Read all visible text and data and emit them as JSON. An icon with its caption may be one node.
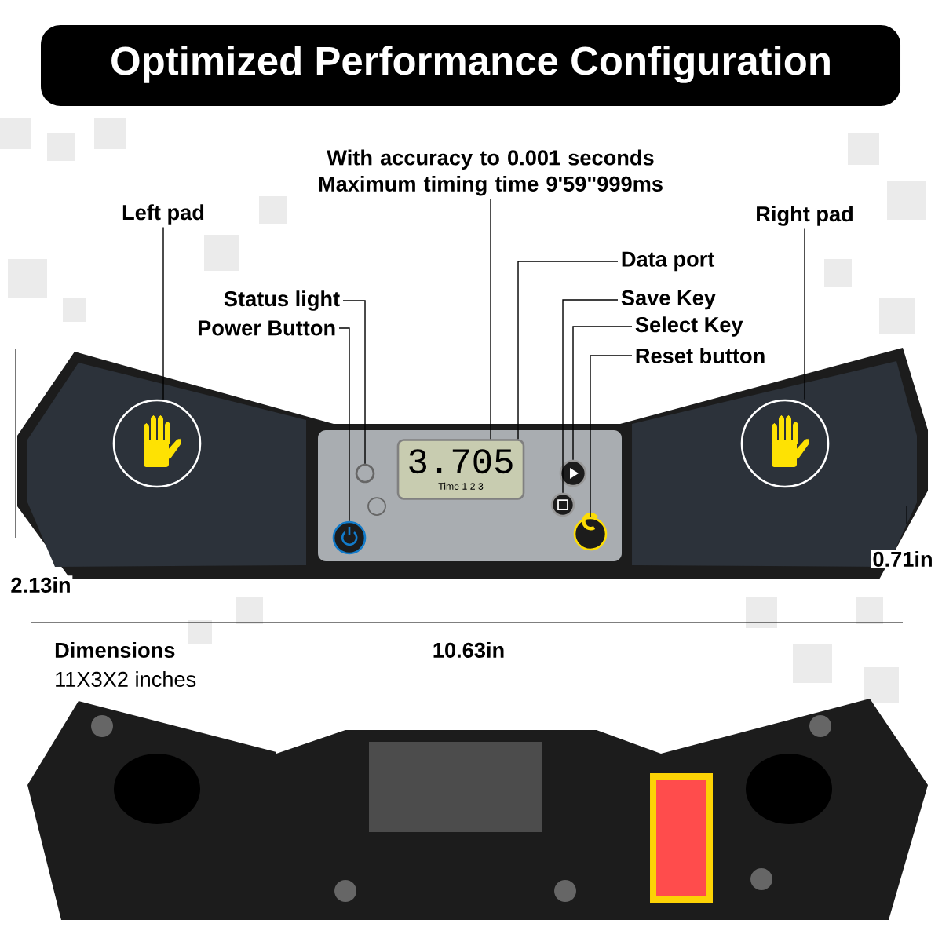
{
  "diagram": {
    "title": "Optimized Performance Configuration",
    "nodes": [
      {
        "text": [
          "With accuracy to 0.001 seconds Maximum timing time 9'59\"999ms"
        ]
      },
      {
        "text": [
          "Left pad"
        ]
      },
      {
        "text": [
          "Right pad"
        ]
      },
      {
        "text": [
          "Data port"
        ]
      },
      {
        "text": [
          "Status light"
        ]
      },
      {
        "text": [
          "Save Key"
        ]
      },
      {
        "text": [
          "Power Button"
        ]
      },
      {
        "text": [
          "Select Key"
        ]
      },
      {
        "text": [
          "Reset button"
        ]
      },
      {
        "text": [
          "3.705",
          "Time 1 2 3"
        ]
      },
      {
        "text": [],
        "shape": "picture"
      },
      {
        "text": [],
        "shape": "picture"
      },
      {
        "text": [],
        "shape": "circle"
      },
      {
        "text": [],
        "shape": "circle"
      },
      {
        "text": [],
        "shape": "circle"
      },
      {
        "text": [],
        "shape": "circle"
      },
      {
        "text": [],
        "shape": "circle"
      }
    ],
    "edges": [
      {
        "from": 0,
        "to": 9,
        "arrow": "none"
      },
      {
        "from": 1,
        "to": 10,
        "arrow": "none"
      },
      {
        "from": 2,
        "to": 11,
        "arrow": "none"
      },
      {
        "from": 3,
        "to": 9,
        "arrow": "none"
      },
      {
        "from": 4,
        "to": 12,
        "arrow": "none"
      },
      {
        "from": 5,
        "to": 14,
        "arrow": "none"
      },
      {
        "from": 6,
        "to": 13,
        "arrow": "none"
      },
      {
        "from": 7,
        "to": 15,
        "arrow": "none"
      },
      {
        "from": 8,
        "to": 16,
        "arrow": "none"
      }
    ],
    "labels": [
      "2.13in",
      "0.71in",
      "10.63in",
      "Dimensions",
      "11X3X2 inches"
    ]
  }
}
